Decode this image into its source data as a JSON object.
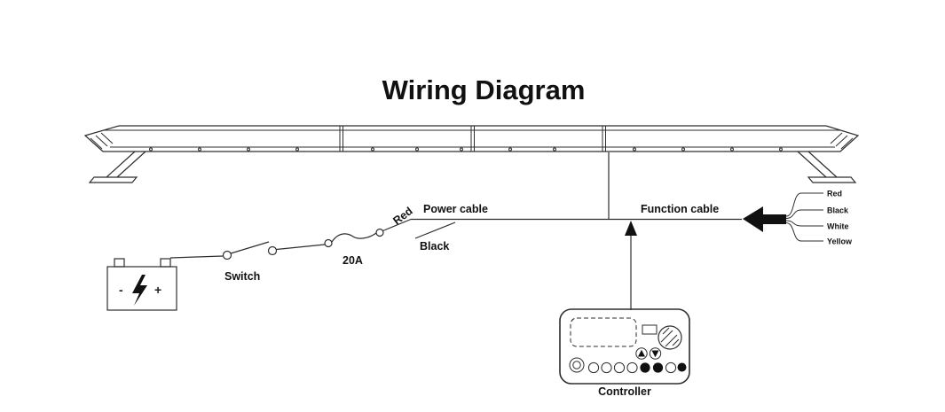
{
  "title": "Wiring Diagram",
  "power": {
    "cable_label": "Power cable",
    "red_label": "Red",
    "black_label": "Black",
    "switch_label": "Switch",
    "fuse_label": "20A"
  },
  "battery": {
    "minus": "-",
    "plus": "+"
  },
  "function": {
    "cable_label": "Function cable",
    "wires": [
      "Red",
      "Black",
      "White",
      "Yellow"
    ]
  },
  "controller": {
    "label": "Controller"
  },
  "colors": {
    "line": "#2e2e2e",
    "text": "#111111",
    "arrow_fill": "#111111",
    "background": "#ffffff"
  }
}
